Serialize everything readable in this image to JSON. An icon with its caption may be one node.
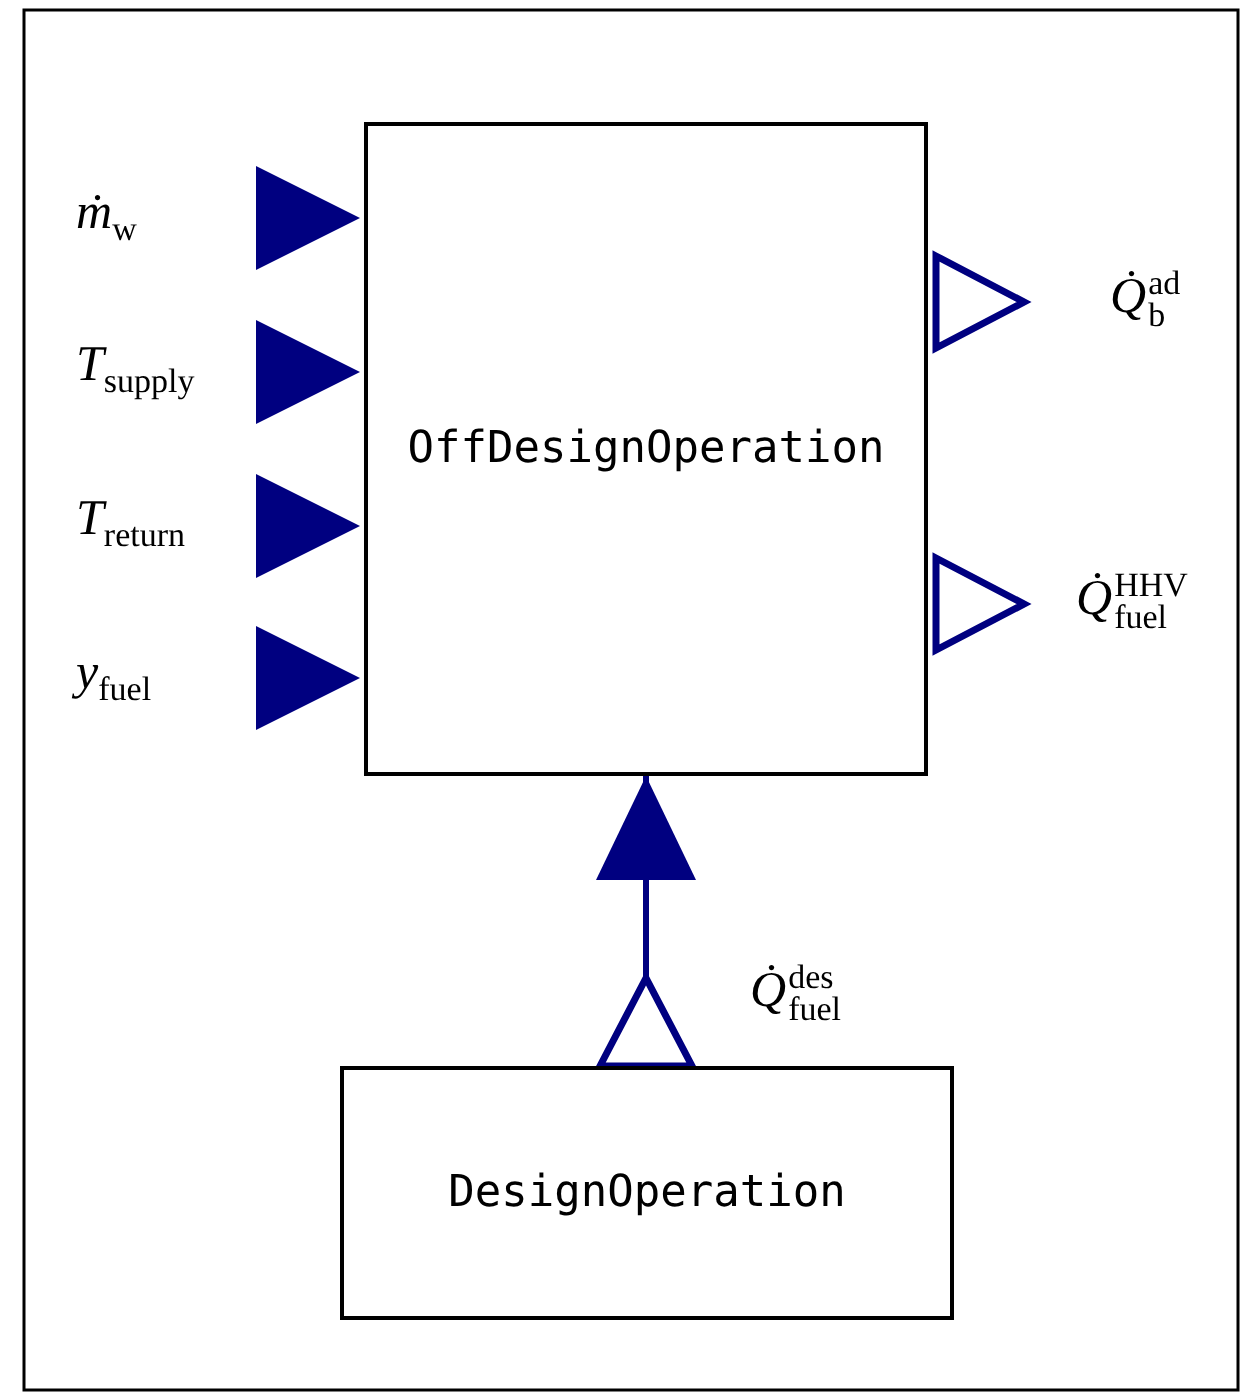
{
  "diagram": {
    "nodes": [
      {
        "text": [
          "OffDesignOperation"
        ]
      },
      {
        "text": [
          "DesignOperation"
        ]
      }
    ],
    "edges": [
      {
        "from": 1,
        "to": 0,
        "arrow": "to",
        "label": "*Q̇*$^{des}$$_{fuel}$"
      }
    ],
    "labels": [
      "*ṁ*$_{w}$",
      "*T*$_{supply}$",
      "*T*$_{return}$",
      "*y*$_{fuel}$",
      "*Q̇*$^{ad}$$_{b}$",
      "*Q̇*$^{HHV}$$_{fuel}$"
    ]
  }
}
